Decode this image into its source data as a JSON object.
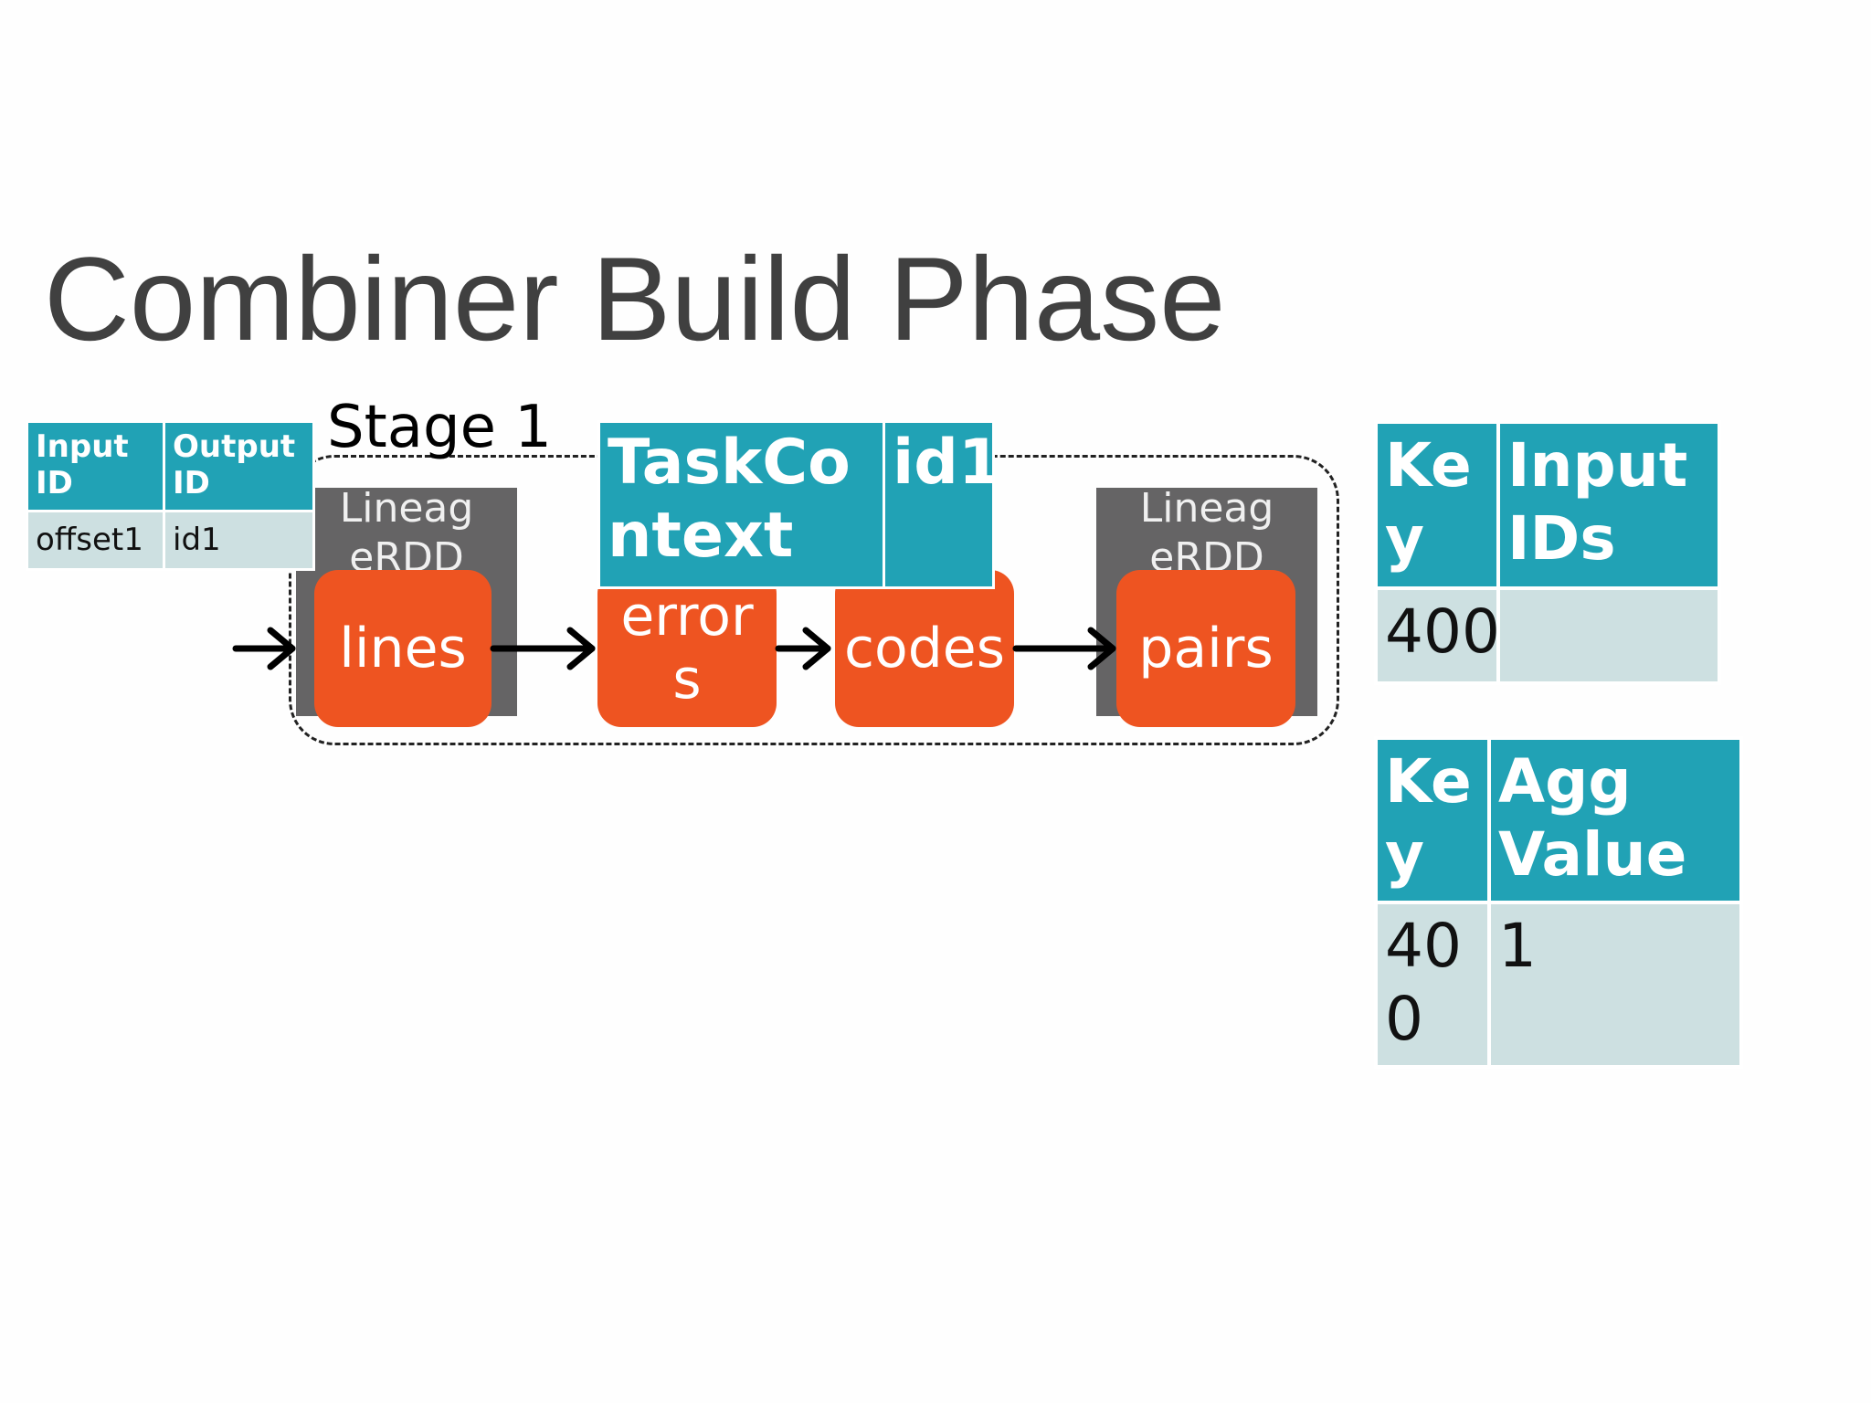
{
  "title": "Combiner Build Phase",
  "stage_label": "Stage 1",
  "lineage_left": "LineageRDD",
  "lineage_right": "LineageRDD",
  "rdds": {
    "lines": "lines",
    "errors": "errors",
    "codes": "codes",
    "pairs": "pairs"
  },
  "input_table": {
    "headers": [
      "Input ID",
      "Output ID"
    ],
    "row": [
      "offset1",
      "id1"
    ]
  },
  "task_context": {
    "label": "TaskContext",
    "value": "id1"
  },
  "key_input_table": {
    "headers": [
      "Key",
      "Input IDs"
    ],
    "row": [
      "400",
      ""
    ]
  },
  "key_agg_table": {
    "headers": [
      "Key",
      "Agg Value"
    ],
    "row": [
      "400",
      "1"
    ]
  },
  "colors": {
    "teal": "#21a2b5",
    "light_teal": "#cde0e1",
    "orange": "#ee5421",
    "gray": "#656465"
  }
}
